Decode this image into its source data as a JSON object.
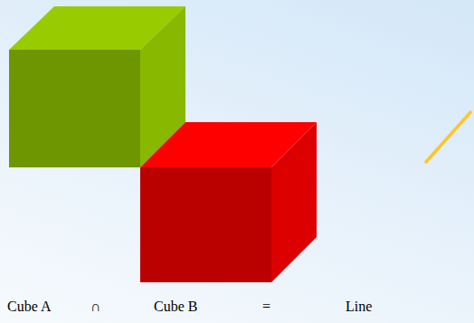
{
  "diagram": {
    "labels": [
      "Cube A",
      "∩",
      "Cube B",
      "=",
      "Line"
    ]
  }
}
